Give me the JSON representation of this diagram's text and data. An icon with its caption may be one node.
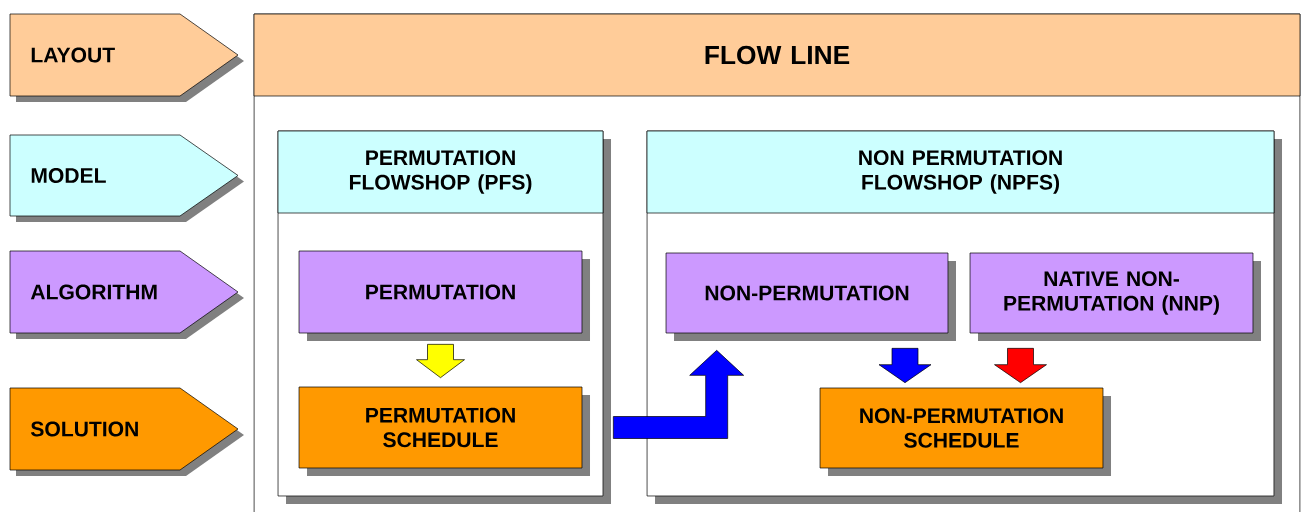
{
  "diagram": {
    "nodes": [
      {
        "text": [
          "LAYOUT"
        ]
      },
      {
        "text": [
          "MODEL"
        ]
      },
      {
        "text": [
          "ALGORITHM"
        ]
      },
      {
        "text": [
          "SOLUTION"
        ]
      },
      {
        "text": [
          "FLOW LINE"
        ]
      },
      {
        "text": [
          "PERMUTATION FLOWSHOP (PFS)"
        ],
        "in": 4
      },
      {
        "text": [
          "NON PERMUTATION FLOWSHOP (NPFS)"
        ],
        "in": 4
      },
      {
        "text": [
          "PERMUTATION"
        ],
        "in": 5
      },
      {
        "text": [
          "PERMUTATION SCHEDULE"
        ],
        "in": 5
      },
      {
        "text": [
          "NON-PERMUTATION"
        ],
        "in": 6
      },
      {
        "text": [
          "NATIVE NON-PERMUTATION (NNP)"
        ],
        "in": 6
      },
      {
        "text": [
          "NON-PERMUTATION SCHEDULE"
        ],
        "in": 6
      }
    ],
    "edges": [
      {
        "from": 7,
        "to": 8,
        "arrow": "to",
        "color": "#ffff00"
      },
      {
        "from": 8,
        "to": 9,
        "arrow": "to",
        "color": "#0000ff"
      },
      {
        "from": 9,
        "to": 11,
        "arrow": "to",
        "color": "#0000ff"
      },
      {
        "from": 10,
        "to": 11,
        "arrow": "to",
        "color": "#ff0000"
      }
    ]
  }
}
